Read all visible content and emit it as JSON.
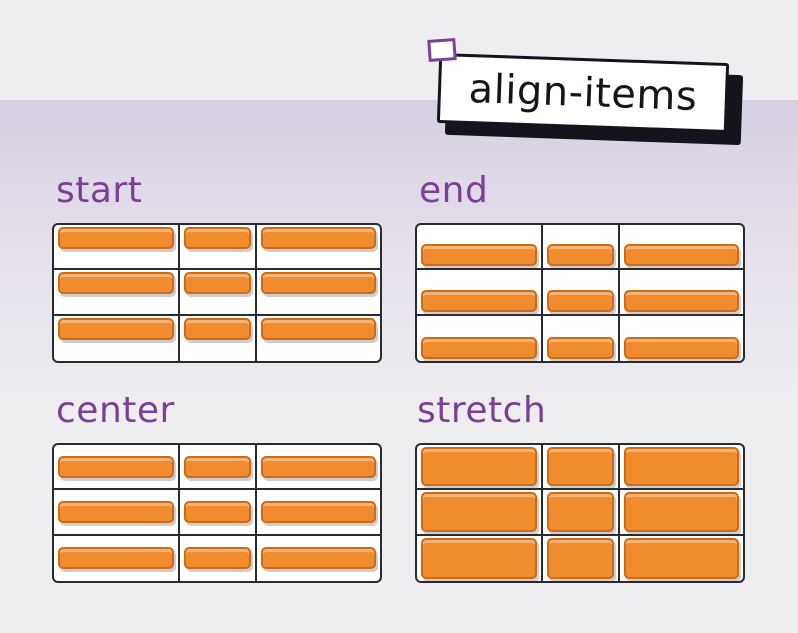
{
  "title": {
    "text": "align-items"
  },
  "panels": [
    {
      "label": "start",
      "mode": "start"
    },
    {
      "label": "end",
      "mode": "end"
    },
    {
      "label": "center",
      "mode": "center"
    },
    {
      "label": "stretch",
      "mode": "stretch"
    }
  ],
  "grid": {
    "rows": 3,
    "columns": 3
  },
  "colors": {
    "accent": "#7c3f96",
    "item": "#f08c2e",
    "item_border": "#d06a14",
    "line": "#2a2a30",
    "background": "#eeeef0"
  }
}
